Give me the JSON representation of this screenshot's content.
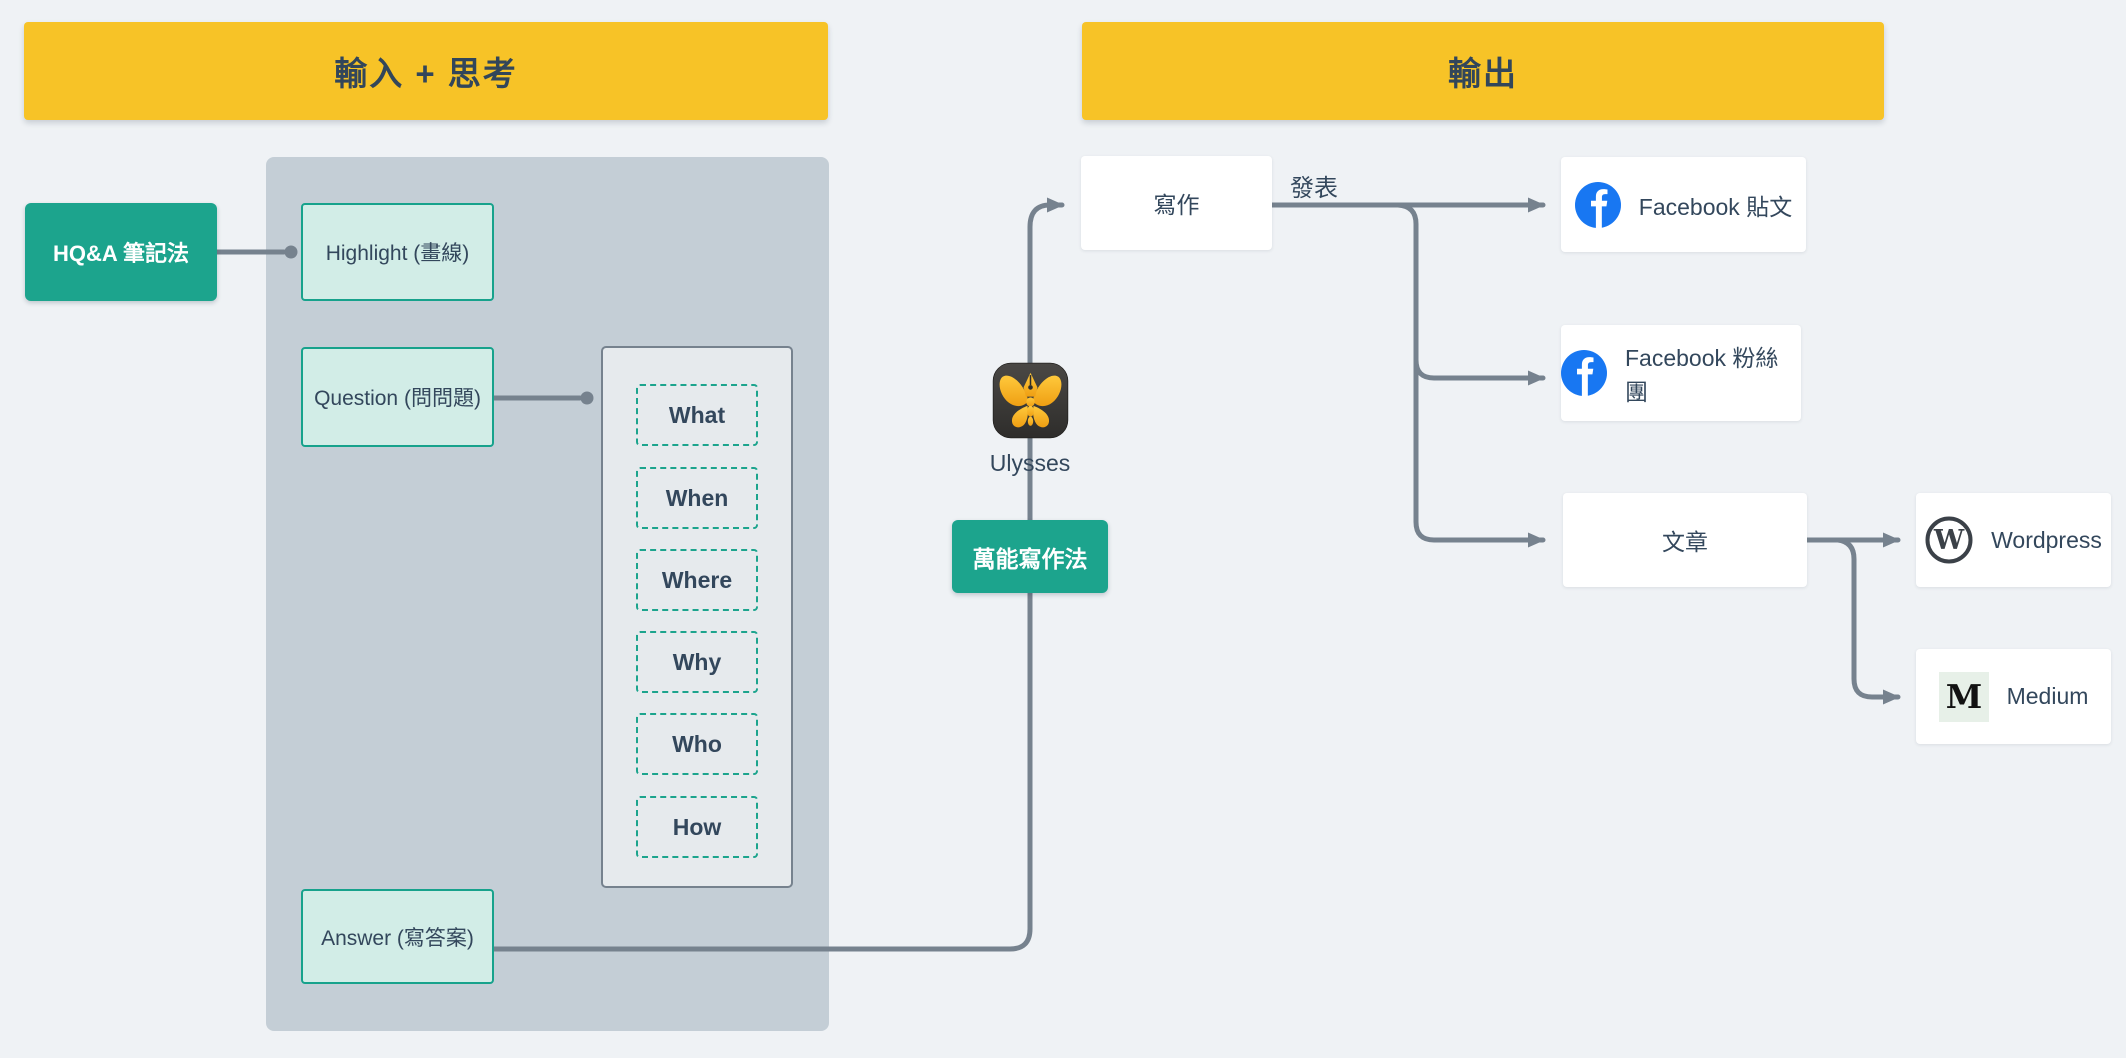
{
  "colors": {
    "background": "#EFF2F5",
    "banner_yellow": "#F7C327",
    "teal": "#1CA48D",
    "light_teal_fill": "#D2EDE7",
    "teal_border": "#17A28C",
    "gray_panel": "#C4CED6",
    "inner_panel": "#E6EAED",
    "connector_gray": "#76828E",
    "dark_text": "#33475C",
    "facebook_blue": "#1877F2",
    "wordpress_dark": "#3B4148",
    "medium_logo_bg": "#E7F0E8"
  },
  "banners": {
    "input": {
      "label": "輸入 + 思考"
    },
    "output": {
      "label": "輸出"
    }
  },
  "input": {
    "method": {
      "label": "HQ&A 筆記法"
    },
    "steps": [
      {
        "label": "Highlight (畫線)"
      },
      {
        "label": "Question (問問題)"
      },
      {
        "label": "Answer (寫答案)"
      }
    ],
    "questions": [
      {
        "label": "What"
      },
      {
        "label": "When"
      },
      {
        "label": "Where"
      },
      {
        "label": "Why"
      },
      {
        "label": "Who"
      },
      {
        "label": "How"
      }
    ]
  },
  "middle": {
    "writing_node": {
      "label": "寫作"
    },
    "publish_edge_label": "發表",
    "app": {
      "name": "Ulysses",
      "icon": "ulysses-butterfly-app-icon"
    },
    "method": {
      "label": "萬能寫作法"
    }
  },
  "output": {
    "facebook_post": {
      "label": "Facebook 貼文",
      "icon": "facebook-icon"
    },
    "facebook_group": {
      "label": "Facebook 粉絲團",
      "icon": "facebook-icon"
    },
    "article": {
      "label": "文章"
    },
    "wordpress": {
      "label": "Wordpress",
      "icon": "wordpress-icon"
    },
    "medium": {
      "label": "Medium",
      "icon": "medium-icon"
    }
  }
}
